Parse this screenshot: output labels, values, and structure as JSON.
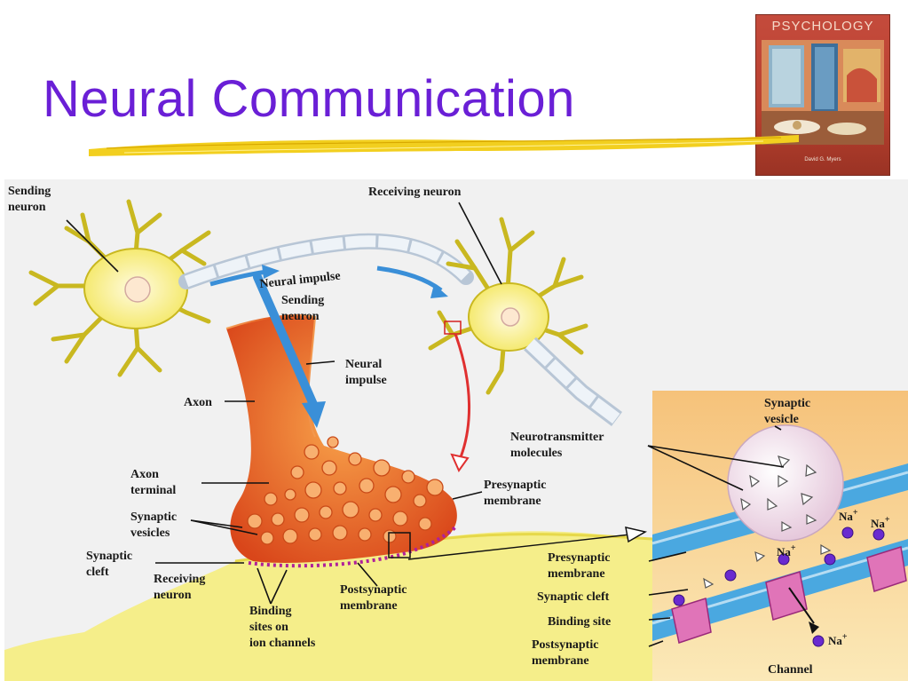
{
  "slide": {
    "title": "Neural Communication"
  },
  "book_cover": {
    "title": "PSYCHOLOGY",
    "author": "David G. Myers"
  },
  "diagram": {
    "labels": {
      "sending_neuron_top": [
        "Sending",
        "neuron"
      ],
      "receiving_neuron_top": "Receiving neuron",
      "neural_impulse_arc": "Neural impulse",
      "sending_neuron_mid": [
        "Sending",
        "neuron"
      ],
      "neural_impulse_mid": [
        "Neural",
        "impulse"
      ],
      "axon": "Axon",
      "axon_terminal": [
        "Axon",
        "terminal"
      ],
      "synaptic_vesicles": [
        "Synaptic",
        "vesicles"
      ],
      "synaptic_cleft_left": [
        "Synaptic",
        "cleft"
      ],
      "receiving_neuron_bottom": [
        "Receiving",
        "neuron"
      ],
      "binding_sites": [
        "Binding",
        "sites on",
        "ion channels"
      ],
      "postsynaptic_membrane_mid": [
        "Postsynaptic",
        "membrane"
      ],
      "presynaptic_membrane_mid": [
        "Presynaptic",
        "membrane"
      ],
      "neurotransmitter_molecules": [
        "Neurotransmitter",
        "molecules"
      ],
      "synaptic_vesicle_inset": [
        "Synaptic",
        "vesicle"
      ],
      "presynaptic_membrane_inset": [
        "Presynaptic",
        "membrane"
      ],
      "synaptic_cleft_inset": "Synaptic cleft",
      "binding_site_inset": "Binding site",
      "postsynaptic_membrane_inset": [
        "Postsynaptic",
        "membrane"
      ],
      "channel": "Channel",
      "na_ion": "Na",
      "na_charge": "+"
    }
  }
}
